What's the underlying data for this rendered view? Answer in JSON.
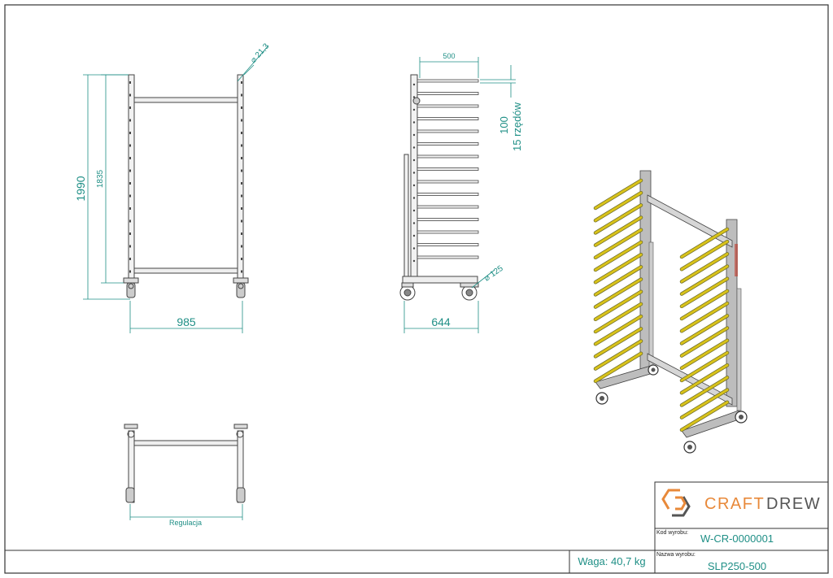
{
  "drawing": {
    "dimensions": {
      "pipe_diameter": "⌀ 21,3",
      "total_height": "1990",
      "inner_height": "1835",
      "width": "985",
      "depth": "644",
      "tray_length": "500",
      "shelf_spacing": "100",
      "rows": "15 rzędów",
      "wheel_diameter": "⌀ 125",
      "adjustment": "Regulacja"
    },
    "colors": {
      "line": "#333333",
      "dimension": "#1f8f86",
      "shelf_rods": "#d8c21a",
      "frame": "#9a9a9a"
    }
  },
  "title_block": {
    "brand_left": "CRAFT",
    "brand_right": "DREW",
    "brand_color_left": "#e8893a",
    "brand_color_right": "#555555",
    "code_label": "Kod wyrobu:",
    "code_value": "W-CR-0000001",
    "name_label": "Nazwa wyrobu:",
    "name_value": "SLP250-500",
    "weight": "Waga: 40,7 kg",
    "logo_icon": "hexagon-logo-icon"
  }
}
